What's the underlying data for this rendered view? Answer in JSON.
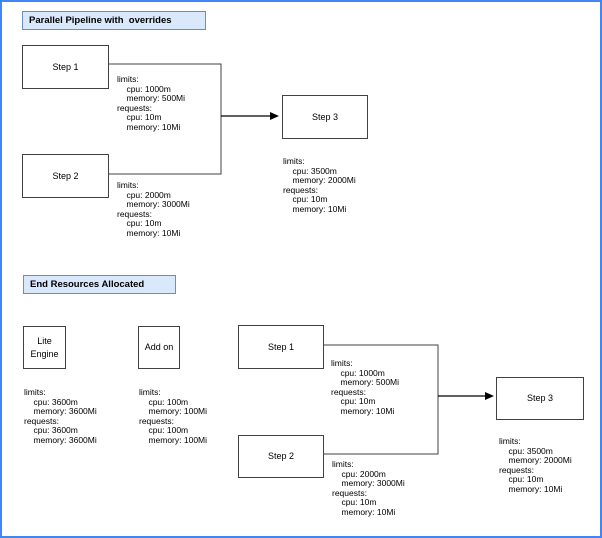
{
  "colors": {
    "frame_border": "#4285f4",
    "header_fill": "#dae8fc",
    "header_border": "#6c8ebf",
    "node_border": "#424242"
  },
  "top": {
    "header": "Parallel Pipeline with  overrides",
    "step1_label": "Step 1",
    "step2_label": "Step 2",
    "step3_label": "Step 3",
    "step1_resources": "limits:\n    cpu: 1000m\n    memory: 500Mi\nrequests:\n    cpu: 10m\n    memory: 10Mi",
    "step2_resources": "limits:\n    cpu: 2000m\n    memory: 3000Mi\nrequests:\n    cpu: 10m\n    memory: 10Mi",
    "step3_resources": "limits:\n    cpu: 3500m\n    memory: 2000Mi\nrequests:\n    cpu: 10m\n    memory: 10Mi"
  },
  "bottom": {
    "header": "End Resources Allocated",
    "lite_engine_label": "Lite\nEngine",
    "addon_label": "Add on",
    "step1_label": "Step 1",
    "step2_label": "Step 2",
    "step3_label": "Step 3",
    "lite_engine_resources": "limits:\n    cpu: 3600m\n    memory: 3600Mi\nrequests:\n    cpu: 3600m\n    memory: 3600Mi",
    "addon_resources": "limits:\n    cpu: 100m\n    memory: 100Mi\nrequests:\n    cpu: 100m\n    memory: 100Mi",
    "step1_resources": "limits:\n    cpu: 1000m\n    memory: 500Mi\nrequests:\n    cpu: 10m\n    memory: 10Mi",
    "step2_resources": "limits:\n    cpu: 2000m\n    memory: 3000Mi\nrequests:\n    cpu: 10m\n    memory: 10Mi",
    "step3_resources": "limits:\n    cpu: 3500m\n    memory: 2000Mi\nrequests:\n    cpu: 10m\n    memory: 10Mi"
  }
}
